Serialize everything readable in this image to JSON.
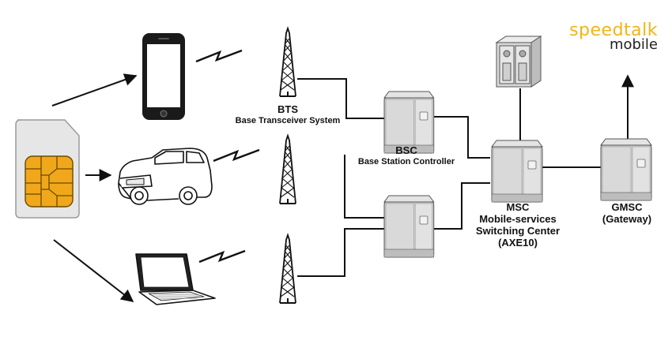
{
  "logo": {
    "word1": "speedtalk",
    "word2": "mobile"
  },
  "labels": {
    "bts": {
      "title": "BTS",
      "subtitle": "Base Transceiver System"
    },
    "bsc": {
      "title": "BSC",
      "subtitle": "Base Station Controller"
    },
    "msc": {
      "line1": "MSC",
      "line2": "Mobile-services",
      "line3": "Switching Center",
      "line4": "(AXE10)"
    },
    "gmsc": {
      "line1": "GMSC",
      "line2": "(Gateway)"
    }
  },
  "colors": {
    "logo_yellow": "#f2b41a",
    "sim_chip": "#f0a81a",
    "sim_body": "#e6e6e6",
    "equipment": "#cfcfcf"
  },
  "icons": [
    "sim-card-icon",
    "smartphone-icon",
    "car-icon",
    "laptop-icon",
    "bts-tower-icon",
    "bsc-unit-icon",
    "msc-unit-icon",
    "gmsc-unit-icon",
    "database-server-icon",
    "radio-wave-icon"
  ]
}
